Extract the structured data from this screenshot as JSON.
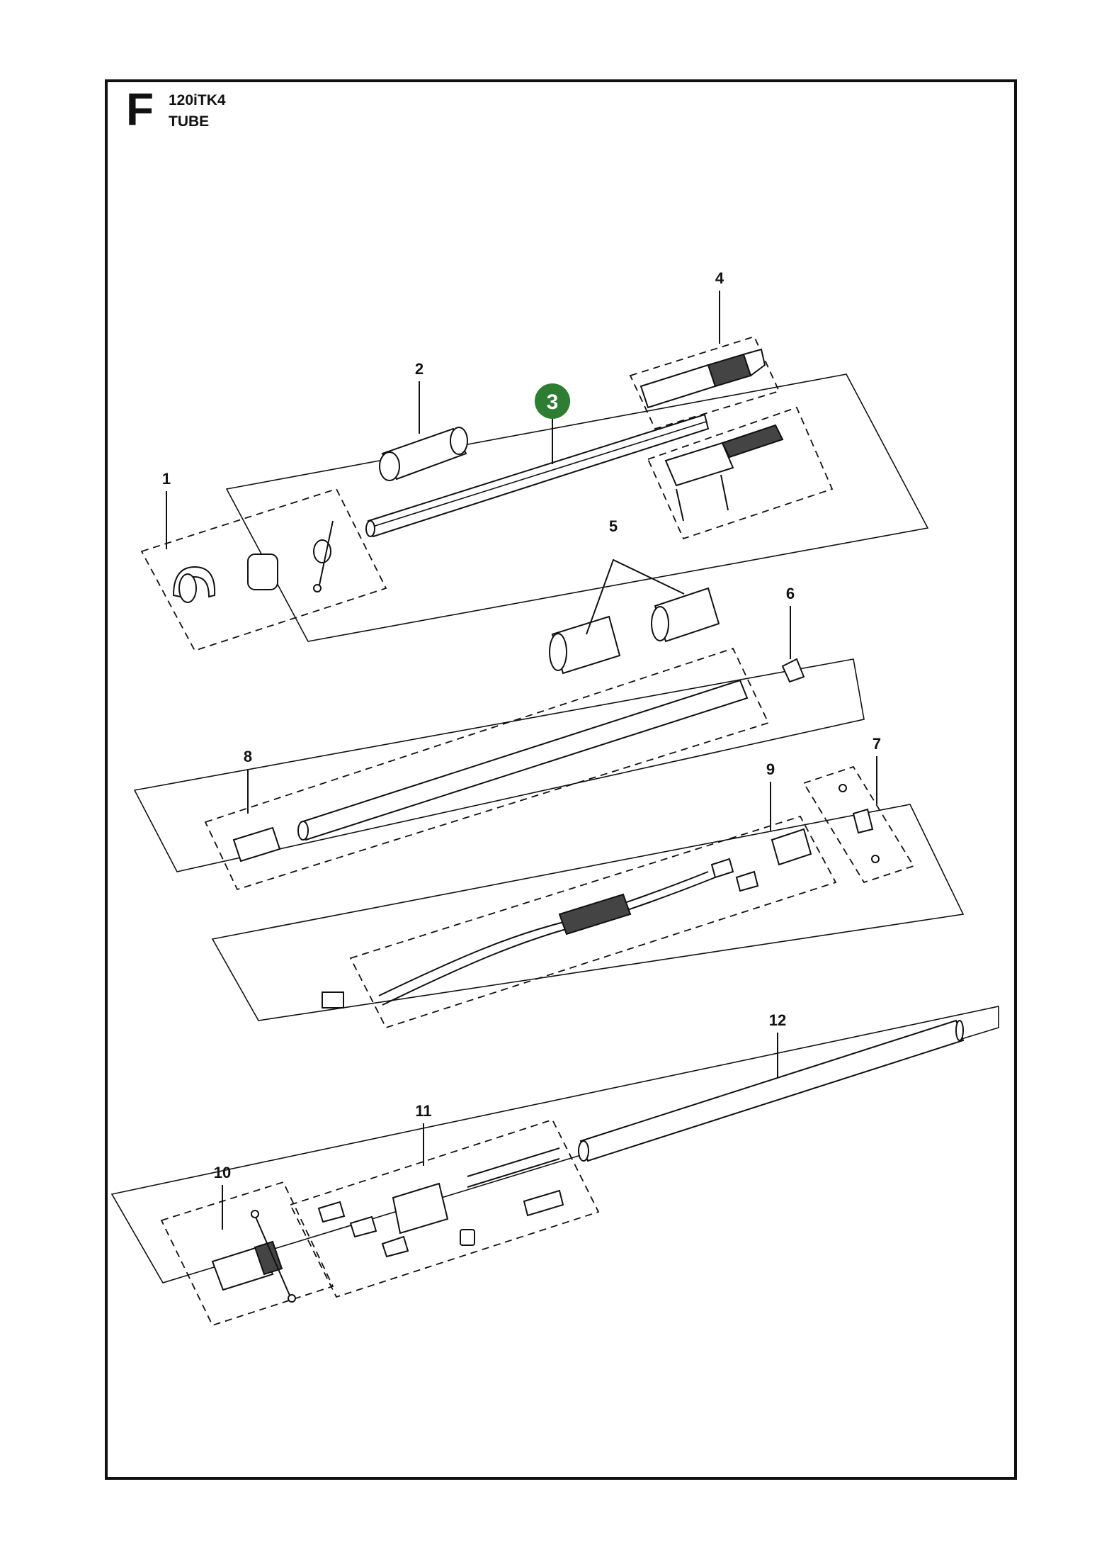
{
  "header": {
    "section_letter": "F",
    "model": "120iTK4",
    "section_title": "TUBE"
  },
  "callouts": [
    {
      "id": "1",
      "label": "1",
      "highlighted": false
    },
    {
      "id": "2",
      "label": "2",
      "highlighted": false
    },
    {
      "id": "3",
      "label": "3",
      "highlighted": true
    },
    {
      "id": "4",
      "label": "4",
      "highlighted": false
    },
    {
      "id": "5",
      "label": "5",
      "highlighted": false
    },
    {
      "id": "6",
      "label": "6",
      "highlighted": false
    },
    {
      "id": "7",
      "label": "7",
      "highlighted": false
    },
    {
      "id": "8",
      "label": "8",
      "highlighted": false
    },
    {
      "id": "9",
      "label": "9",
      "highlighted": false
    },
    {
      "id": "10",
      "label": "10",
      "highlighted": false
    },
    {
      "id": "11",
      "label": "11",
      "highlighted": false
    },
    {
      "id": "12",
      "label": "12",
      "highlighted": false
    }
  ],
  "colors": {
    "highlight": "#2e7d32",
    "line": "#111111",
    "background": "#ffffff"
  }
}
